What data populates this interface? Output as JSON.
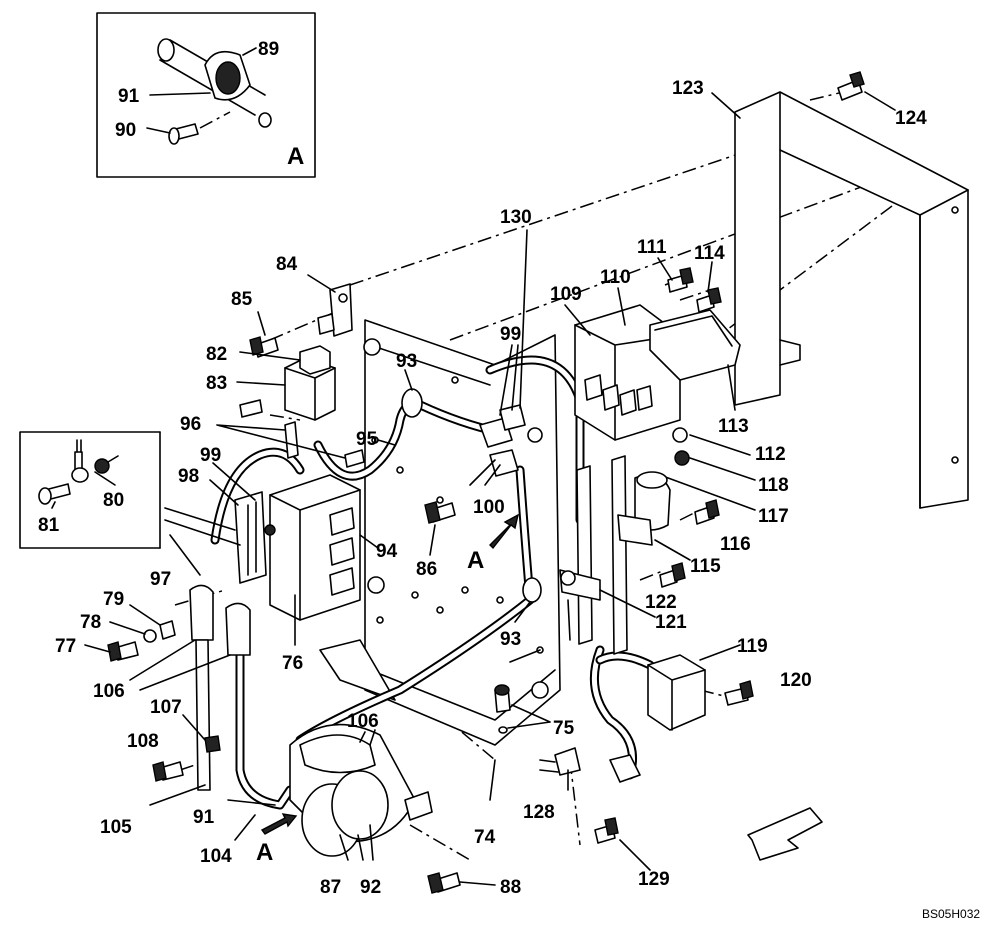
{
  "figure_code": "BS05H032",
  "view_letters": {
    "inset_view": "A",
    "arrow_upper": "A",
    "arrow_lower": "A"
  },
  "callouts": [
    {
      "id": "l89",
      "text": "89"
    },
    {
      "id": "l91a",
      "text": "91"
    },
    {
      "id": "l90",
      "text": "90"
    },
    {
      "id": "l123",
      "text": "123"
    },
    {
      "id": "l124",
      "text": "124"
    },
    {
      "id": "l130",
      "text": "130"
    },
    {
      "id": "l111",
      "text": "111"
    },
    {
      "id": "l114",
      "text": "114"
    },
    {
      "id": "l84",
      "text": "84"
    },
    {
      "id": "l109",
      "text": "109"
    },
    {
      "id": "l110",
      "text": "110"
    },
    {
      "id": "l85",
      "text": "85"
    },
    {
      "id": "l99a",
      "text": "99"
    },
    {
      "id": "l82",
      "text": "82"
    },
    {
      "id": "l93a",
      "text": "93"
    },
    {
      "id": "l83",
      "text": "83"
    },
    {
      "id": "l113",
      "text": "113"
    },
    {
      "id": "l96",
      "text": "96"
    },
    {
      "id": "l95",
      "text": "95"
    },
    {
      "id": "l112",
      "text": "112"
    },
    {
      "id": "l99b",
      "text": "99"
    },
    {
      "id": "l118",
      "text": "118"
    },
    {
      "id": "l80",
      "text": "80"
    },
    {
      "id": "l98",
      "text": "98"
    },
    {
      "id": "l100",
      "text": "100"
    },
    {
      "id": "l117",
      "text": "117"
    },
    {
      "id": "l81",
      "text": "81"
    },
    {
      "id": "l116",
      "text": "116"
    },
    {
      "id": "l94",
      "text": "94"
    },
    {
      "id": "l86",
      "text": "86"
    },
    {
      "id": "l115",
      "text": "115"
    },
    {
      "id": "l97",
      "text": "97"
    },
    {
      "id": "l122",
      "text": "122"
    },
    {
      "id": "l79",
      "text": "79"
    },
    {
      "id": "l121",
      "text": "121"
    },
    {
      "id": "l93b",
      "text": "93"
    },
    {
      "id": "l78",
      "text": "78"
    },
    {
      "id": "l76",
      "text": "76"
    },
    {
      "id": "l77",
      "text": "77"
    },
    {
      "id": "l119",
      "text": "119"
    },
    {
      "id": "l106a",
      "text": "106"
    },
    {
      "id": "l120",
      "text": "120"
    },
    {
      "id": "l107",
      "text": "107"
    },
    {
      "id": "l106b",
      "text": "106"
    },
    {
      "id": "l75",
      "text": "75"
    },
    {
      "id": "l108",
      "text": "108"
    },
    {
      "id": "l105",
      "text": "105"
    },
    {
      "id": "l91b",
      "text": "91"
    },
    {
      "id": "l128",
      "text": "128"
    },
    {
      "id": "l74",
      "text": "74"
    },
    {
      "id": "l104",
      "text": "104"
    },
    {
      "id": "l87",
      "text": "87"
    },
    {
      "id": "l92",
      "text": "92"
    },
    {
      "id": "l88",
      "text": "88"
    },
    {
      "id": "l129",
      "text": "129"
    }
  ]
}
